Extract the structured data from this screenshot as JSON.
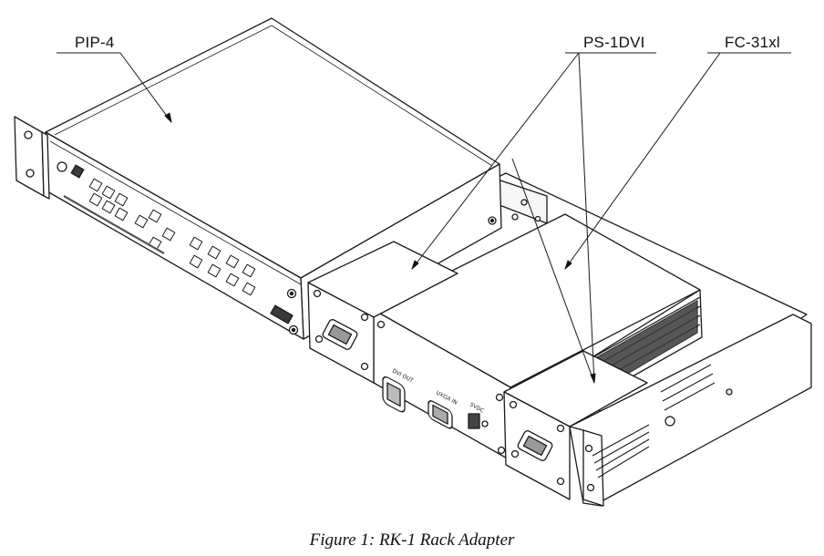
{
  "labels": {
    "pip4": "PIP-4",
    "ps1dvi": "PS-1DVI",
    "fc31xl": "FC-31xl"
  },
  "caption": "Figure 1: RK-1 Rack Adapter",
  "colors": {
    "line": "#1a1a1a",
    "shade_dark": "#3a3a3a",
    "shade_light": "#f2f2f2"
  }
}
